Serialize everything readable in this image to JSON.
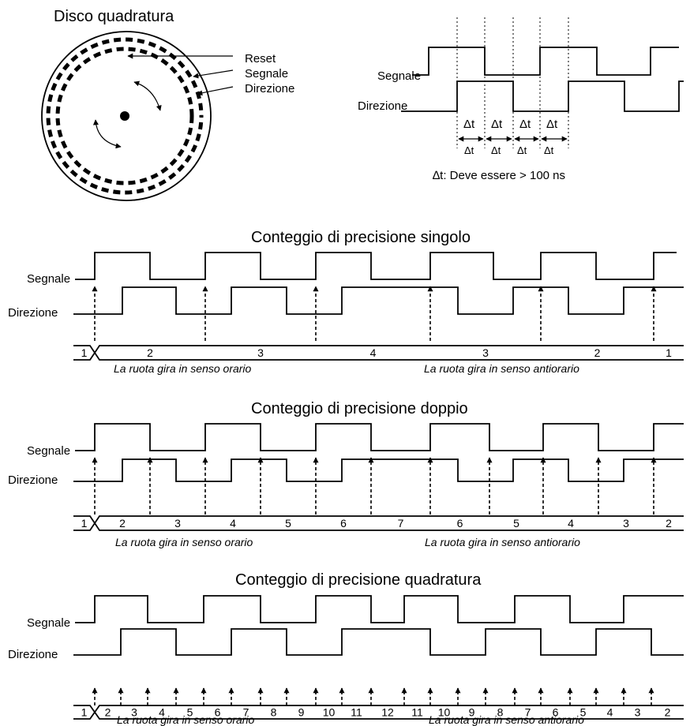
{
  "disk": {
    "title": "Disco quadratura",
    "labels": {
      "reset": "Reset",
      "signal": "Segnale",
      "direction": "Direzione"
    }
  },
  "timing": {
    "signal_label": "Segnale",
    "direction_label": "Direzione",
    "delta_symbol": "Δt",
    "note": "∆t: Deve essere > 100 ns"
  },
  "sections": [
    {
      "title": "Conteggio di precisione singolo",
      "signal_label": "Segnale",
      "direction_label": "Direzione",
      "counts": [
        "1",
        "2",
        "3",
        "4",
        "3",
        "2",
        "1"
      ],
      "cw_caption": "La ruota gira in senso orario",
      "ccw_caption": "La ruota gira in senso antiorario"
    },
    {
      "title": "Conteggio di precisione doppio",
      "signal_label": "Segnale",
      "direction_label": "Direzione",
      "counts": [
        "1",
        "2",
        "3",
        "4",
        "5",
        "6",
        "7",
        "6",
        "5",
        "4",
        "3",
        "2"
      ],
      "cw_caption": "La ruota gira in senso orario",
      "ccw_caption": "La ruota gira in senso antiorario"
    },
    {
      "title": "Conteggio di precisione quadratura",
      "signal_label": "Segnale",
      "direction_label": "Direzione",
      "counts": [
        "1",
        "2",
        "3",
        "4",
        "5",
        "6",
        "7",
        "8",
        "9",
        "10",
        "11",
        "12",
        "11",
        "10",
        "9",
        "8",
        "7",
        "6",
        "5",
        "4",
        "3",
        "2"
      ],
      "cw_caption": "La ruota gira in senso orario",
      "ccw_caption": "La ruota gira in senso antiorario"
    }
  ]
}
